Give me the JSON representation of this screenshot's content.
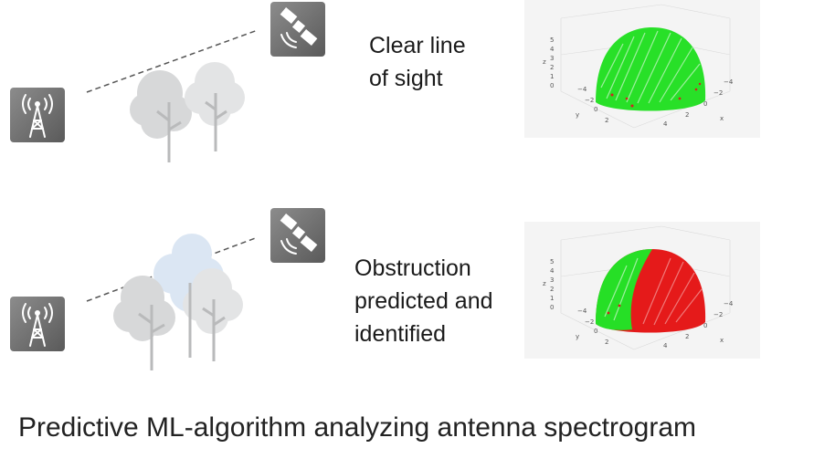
{
  "rows": [
    {
      "label_lines": [
        "Clear line",
        "of sight"
      ],
      "tower_icon": "cell-tower-icon",
      "satellite_icon": "satellite-icon",
      "obstruction": false
    },
    {
      "label_lines": [
        "Obstruction",
        "predicted and",
        "identified"
      ],
      "tower_icon": "cell-tower-icon",
      "satellite_icon": "satellite-icon",
      "obstruction": true
    }
  ],
  "plot_axis": {
    "z_ticks": [
      "5",
      "4",
      "3",
      "2",
      "1",
      "0"
    ],
    "z_label": "z",
    "x_ticks": [
      "4",
      "2",
      "0",
      "−2",
      "−4"
    ],
    "x_label": "x",
    "y_ticks": [
      "−4",
      "−2",
      "0",
      "2"
    ],
    "y_label": "y"
  },
  "colors": {
    "clear": "#22e022",
    "blocked": "#e51a1a",
    "tile": "#6e6e6e",
    "tree": "#d9dadb",
    "obstruction_tree": "#dbe7f4"
  },
  "caption": "Predictive ML-algorithm analyzing antenna spectrogram"
}
